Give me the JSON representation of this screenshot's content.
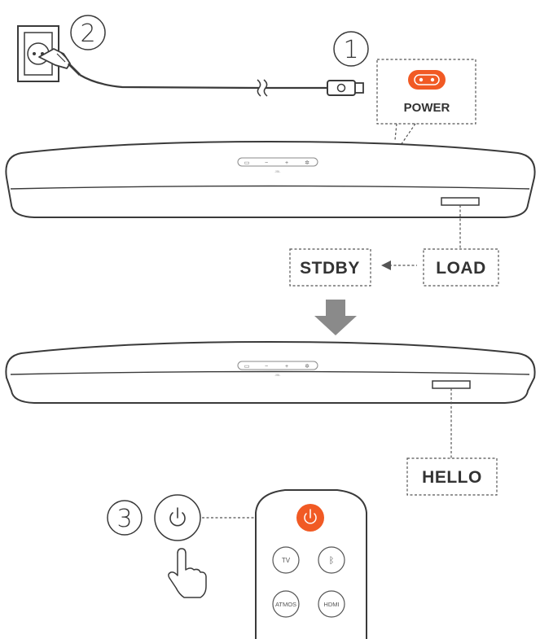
{
  "steps": {
    "step1": "1",
    "step2": "2",
    "step3": "3"
  },
  "labels": {
    "power": "POWER",
    "load": "LOAD",
    "stdby": "STDBY",
    "hello": "HELLO"
  },
  "soundbar": {
    "brand": "JBL",
    "button_glyphs": [
      "▭",
      "−",
      "+",
      "✲"
    ]
  },
  "remote": {
    "tv_label": "TV",
    "bluetooth_glyph": "ᛒ",
    "atmos_label": "ATMOS",
    "hdmi_label": "HDMI",
    "power_glyph": "⏻"
  },
  "colors": {
    "accent_orange": "#f15a24",
    "stroke": "#3a3a3a",
    "gray_arrow": "#8a8a8a"
  }
}
